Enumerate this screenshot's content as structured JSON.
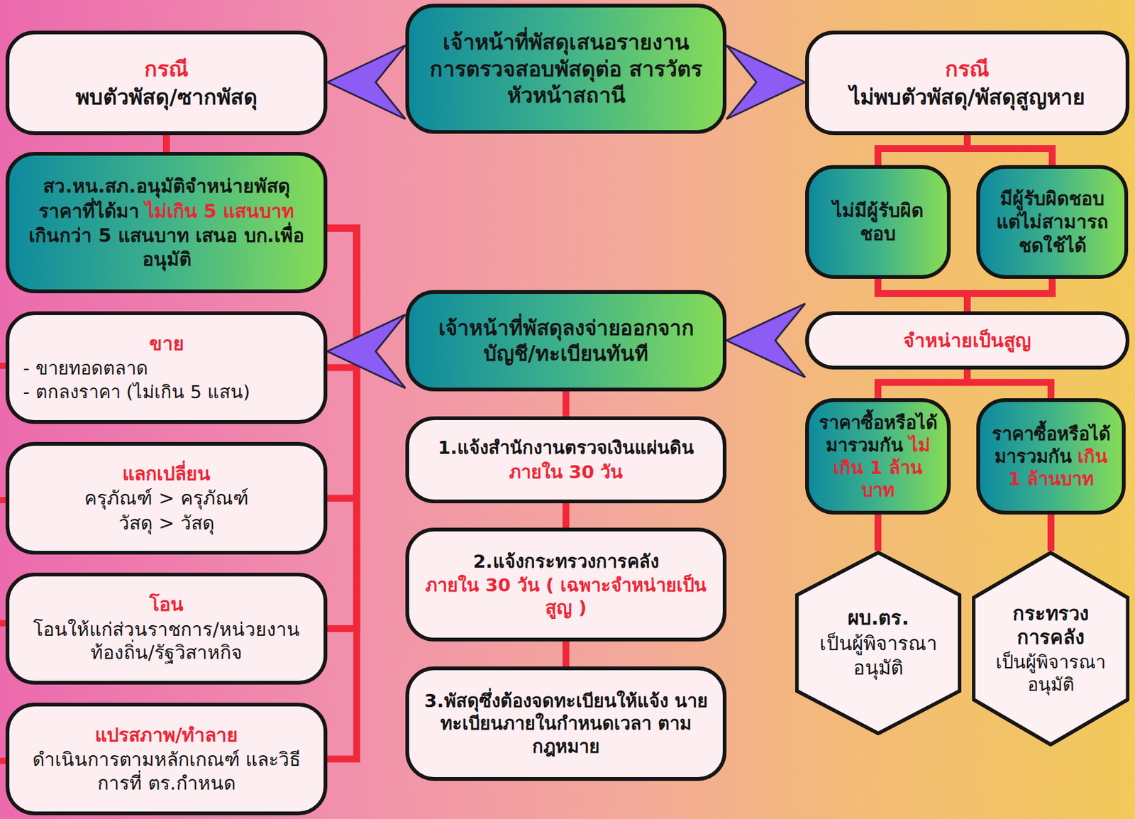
{
  "diagram": {
    "nodes": [
      {
        "text": [
          "เจ้าหน้าที่พัสดุเสนอรายงาน การตรวจสอบพัสดุต่อ สารวัตรหัวหน้าสถานี"
        ]
      },
      {
        "text": [
          "กรณี",
          "พบตัวพัสดุ/ซากพัสดุ"
        ]
      },
      {
        "text": [
          "กรณี",
          "ไม่พบตัวพัสดุ/พัสดุสูญหาย"
        ]
      },
      {
        "text": [
          "สว.หน.สภ.อนุมัติจำหน่ายพัสดุ",
          "ราคาที่ได้มา",
          "ไม่เกิน 5 แสนบาท",
          "เกินกว่า 5 แสนบาท เสนอ บก.เพื่ออนุมัติ"
        ]
      },
      {
        "text": [
          "ไม่มีผู้รับผิด ชอบ"
        ]
      },
      {
        "text": [
          "มีผู้รับผิดชอบ แต่ไม่สามารถ ชดใช้ได้"
        ]
      },
      {
        "text": [
          "ขาย",
          "- ขายทอดตลาด",
          "- ตกลงราคา (ไม่เกิน 5 แสน)"
        ]
      },
      {
        "text": [
          "เจ้าหน้าที่พัสดุลงจ่ายออกจาก บัญชี/ทะเบียนทันที"
        ]
      },
      {
        "text": [
          "จำหน่ายเป็นสูญ"
        ]
      },
      {
        "text": [
          "1.แจ้งสำนักงานตรวจเงินแผ่นดิน",
          "ภายใน 30 วัน"
        ]
      },
      {
        "text": [
          "แลกเปลี่ยน",
          "ครุภัณฑ์ > ครุภัณฑ์",
          "วัสดุ > วัสดุ"
        ]
      },
      {
        "text": [
          "ราคาซื้อหรือได้ มารวมกัน",
          "ไม่ เกิน 1 ล้านบาท"
        ]
      },
      {
        "text": [
          "ราคาซื้อหรือได้ มารวมกัน",
          "เกิน 1 ล้านบาท"
        ]
      },
      {
        "text": [
          "2.แจ้งกระทรวงการคลัง",
          "ภายใน 30 วัน ( เฉพาะจำหน่ายเป็นสูญ )"
        ]
      },
      {
        "text": [
          "โอน",
          "โอนให้แก่ส่วนราชการ/หน่วยงาน ท้องถิ่น/รัฐวิสาหกิจ"
        ]
      },
      {
        "text": [
          "ผบ.ตร.",
          "เป็นผู้พิจารณา อนุมัติ"
        ]
      },
      {
        "text": [
          "กระทรวง การคลัง",
          "เป็นผู้พิจารณา อนุมัติ"
        ]
      },
      {
        "text": [
          "3.พัสดุซึ่งต้องจดทะเบียนให้แจ้ง นายทะเบียนภายในกำหนดเวลา ตามกฎหมาย"
        ]
      },
      {
        "text": [
          "แปรสภาพ/ทำลาย",
          "ดำเนินการตามหลักเกณฑ์ และวิธีการที่ ตร.กำหนด"
        ]
      }
    ],
    "edges": [
      {
        "from": 0,
        "to": 1,
        "arrow": "to"
      },
      {
        "from": 0,
        "to": 2,
        "arrow": "to"
      },
      {
        "from": 1,
        "to": 3,
        "arrow": "none"
      },
      {
        "from": 3,
        "to": 6,
        "arrow": "none"
      },
      {
        "from": 3,
        "to": 10,
        "arrow": "none"
      },
      {
        "from": 3,
        "to": 14,
        "arrow": "none"
      },
      {
        "from": 3,
        "to": 18,
        "arrow": "none"
      },
      {
        "from": 7,
        "to": 6,
        "arrow": "to"
      },
      {
        "from": 8,
        "to": 7,
        "arrow": "to"
      },
      {
        "from": 7,
        "to": 9,
        "arrow": "none"
      },
      {
        "from": 9,
        "to": 13,
        "arrow": "none"
      },
      {
        "from": 13,
        "to": 17,
        "arrow": "none"
      },
      {
        "from": 2,
        "to": 4,
        "arrow": "none"
      },
      {
        "from": 2,
        "to": 5,
        "arrow": "none"
      },
      {
        "from": 4,
        "to": 8,
        "arrow": "none"
      },
      {
        "from": 5,
        "to": 8,
        "arrow": "none"
      },
      {
        "from": 8,
        "to": 11,
        "arrow": "none"
      },
      {
        "from": 8,
        "to": 12,
        "arrow": "none"
      },
      {
        "from": 11,
        "to": 15,
        "arrow": "none"
      },
      {
        "from": 12,
        "to": 16,
        "arrow": "none"
      }
    ]
  }
}
